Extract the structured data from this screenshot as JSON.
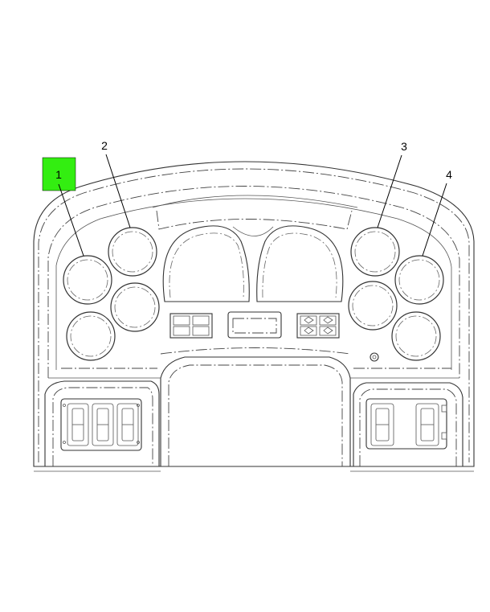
{
  "callouts": [
    {
      "id": "1",
      "label": "1",
      "highlighted": true,
      "highlight_color": "#33ee11"
    },
    {
      "id": "2",
      "label": "2",
      "highlighted": false
    },
    {
      "id": "3",
      "label": "3",
      "highlighted": false
    },
    {
      "id": "4",
      "label": "4",
      "highlighted": false
    }
  ],
  "colors": {
    "highlight": "#33ee11",
    "line": "#333333",
    "background": "#ffffff"
  }
}
